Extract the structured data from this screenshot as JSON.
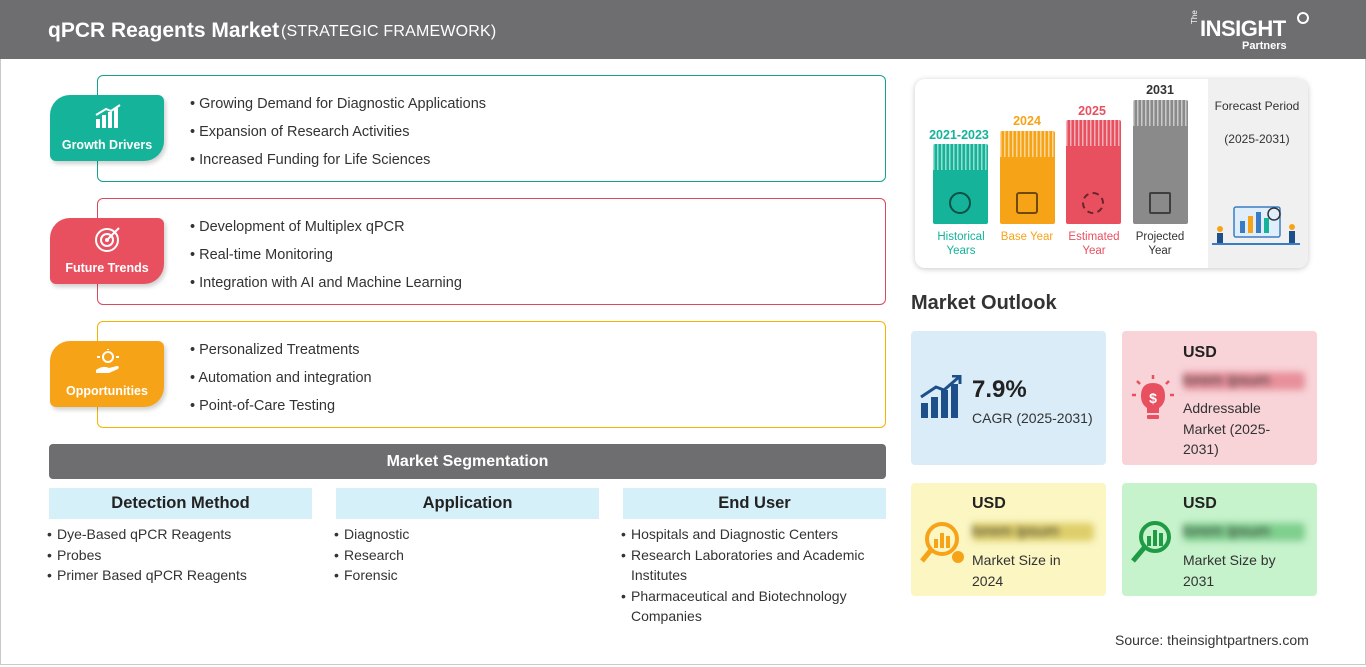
{
  "header": {
    "title": "qPCR Reagents Market",
    "subtitle": "(STRATEGIC FRAMEWORK)",
    "logo": {
      "the": "The",
      "insight": "INSIGHT",
      "partners": "Partners"
    }
  },
  "framework": {
    "growth_drivers": {
      "label": "Growth Drivers",
      "color": "#15b39a",
      "items": [
        "Growing Demand for Diagnostic Applications",
        "Expansion of Research Activities",
        "Increased Funding for Life Sciences"
      ]
    },
    "future_trends": {
      "label": "Future Trends",
      "color": "#e8505f",
      "items": [
        "Development of Multiplex qPCR",
        "Real-time Monitoring",
        "Integration with AI and Machine Learning"
      ]
    },
    "opportunities": {
      "label": "Opportunities",
      "color": "#f7a318",
      "items": [
        "Personalized Treatments",
        "Automation and integration",
        "Point-of-Care Testing"
      ]
    }
  },
  "segmentation": {
    "title": "Market Segmentation",
    "columns": [
      {
        "heading": "Detection Method",
        "items": [
          "Dye-Based qPCR Reagents",
          "Probes",
          "Primer Based qPCR Reagents"
        ]
      },
      {
        "heading": "Application",
        "items": [
          "Diagnostic",
          "Research",
          "Forensic"
        ]
      },
      {
        "heading": "End User",
        "items": [
          "Hospitals and Diagnostic Centers",
          "Research Laboratories and Academic Institutes",
          "Pharmaceutical and Biotechnology Companies"
        ]
      }
    ]
  },
  "timeline": {
    "periods": [
      {
        "year": "2021-2023",
        "caption": "Historical Years",
        "color": "#15b39a",
        "icon": "history-icon"
      },
      {
        "year": "2024",
        "caption": "Base Year",
        "color": "#f7a318",
        "icon": "calendar-icon"
      },
      {
        "year": "2025",
        "caption": "Estimated Year",
        "color": "#e8505f",
        "icon": "gear-icon"
      },
      {
        "year": "2031",
        "caption": "Projected Year",
        "color": "#8a8a8a",
        "icon": "presentation-icon"
      }
    ],
    "forecast": {
      "title": "Forecast Period",
      "range": "(2025-2031)"
    }
  },
  "outlook": {
    "title": "Market Outlook",
    "cagr": {
      "value": "7.9%",
      "label": "CAGR (2025-2031)",
      "color": "#1d4f8a"
    },
    "addressable": {
      "currency": "USD",
      "value": "lorem ipsum",
      "label": "Addressable Market (2025-2031)",
      "color": "#e8505f"
    },
    "size_2024": {
      "currency": "USD",
      "value": "lorem ipsum",
      "label": "Market Size in 2024",
      "color": "#f7a318"
    },
    "size_2031": {
      "currency": "USD",
      "value": "lorem ipsum",
      "label": "Market Size by 2031",
      "color": "#1f9b45"
    }
  },
  "source": "Source: theinsightpartners.com"
}
